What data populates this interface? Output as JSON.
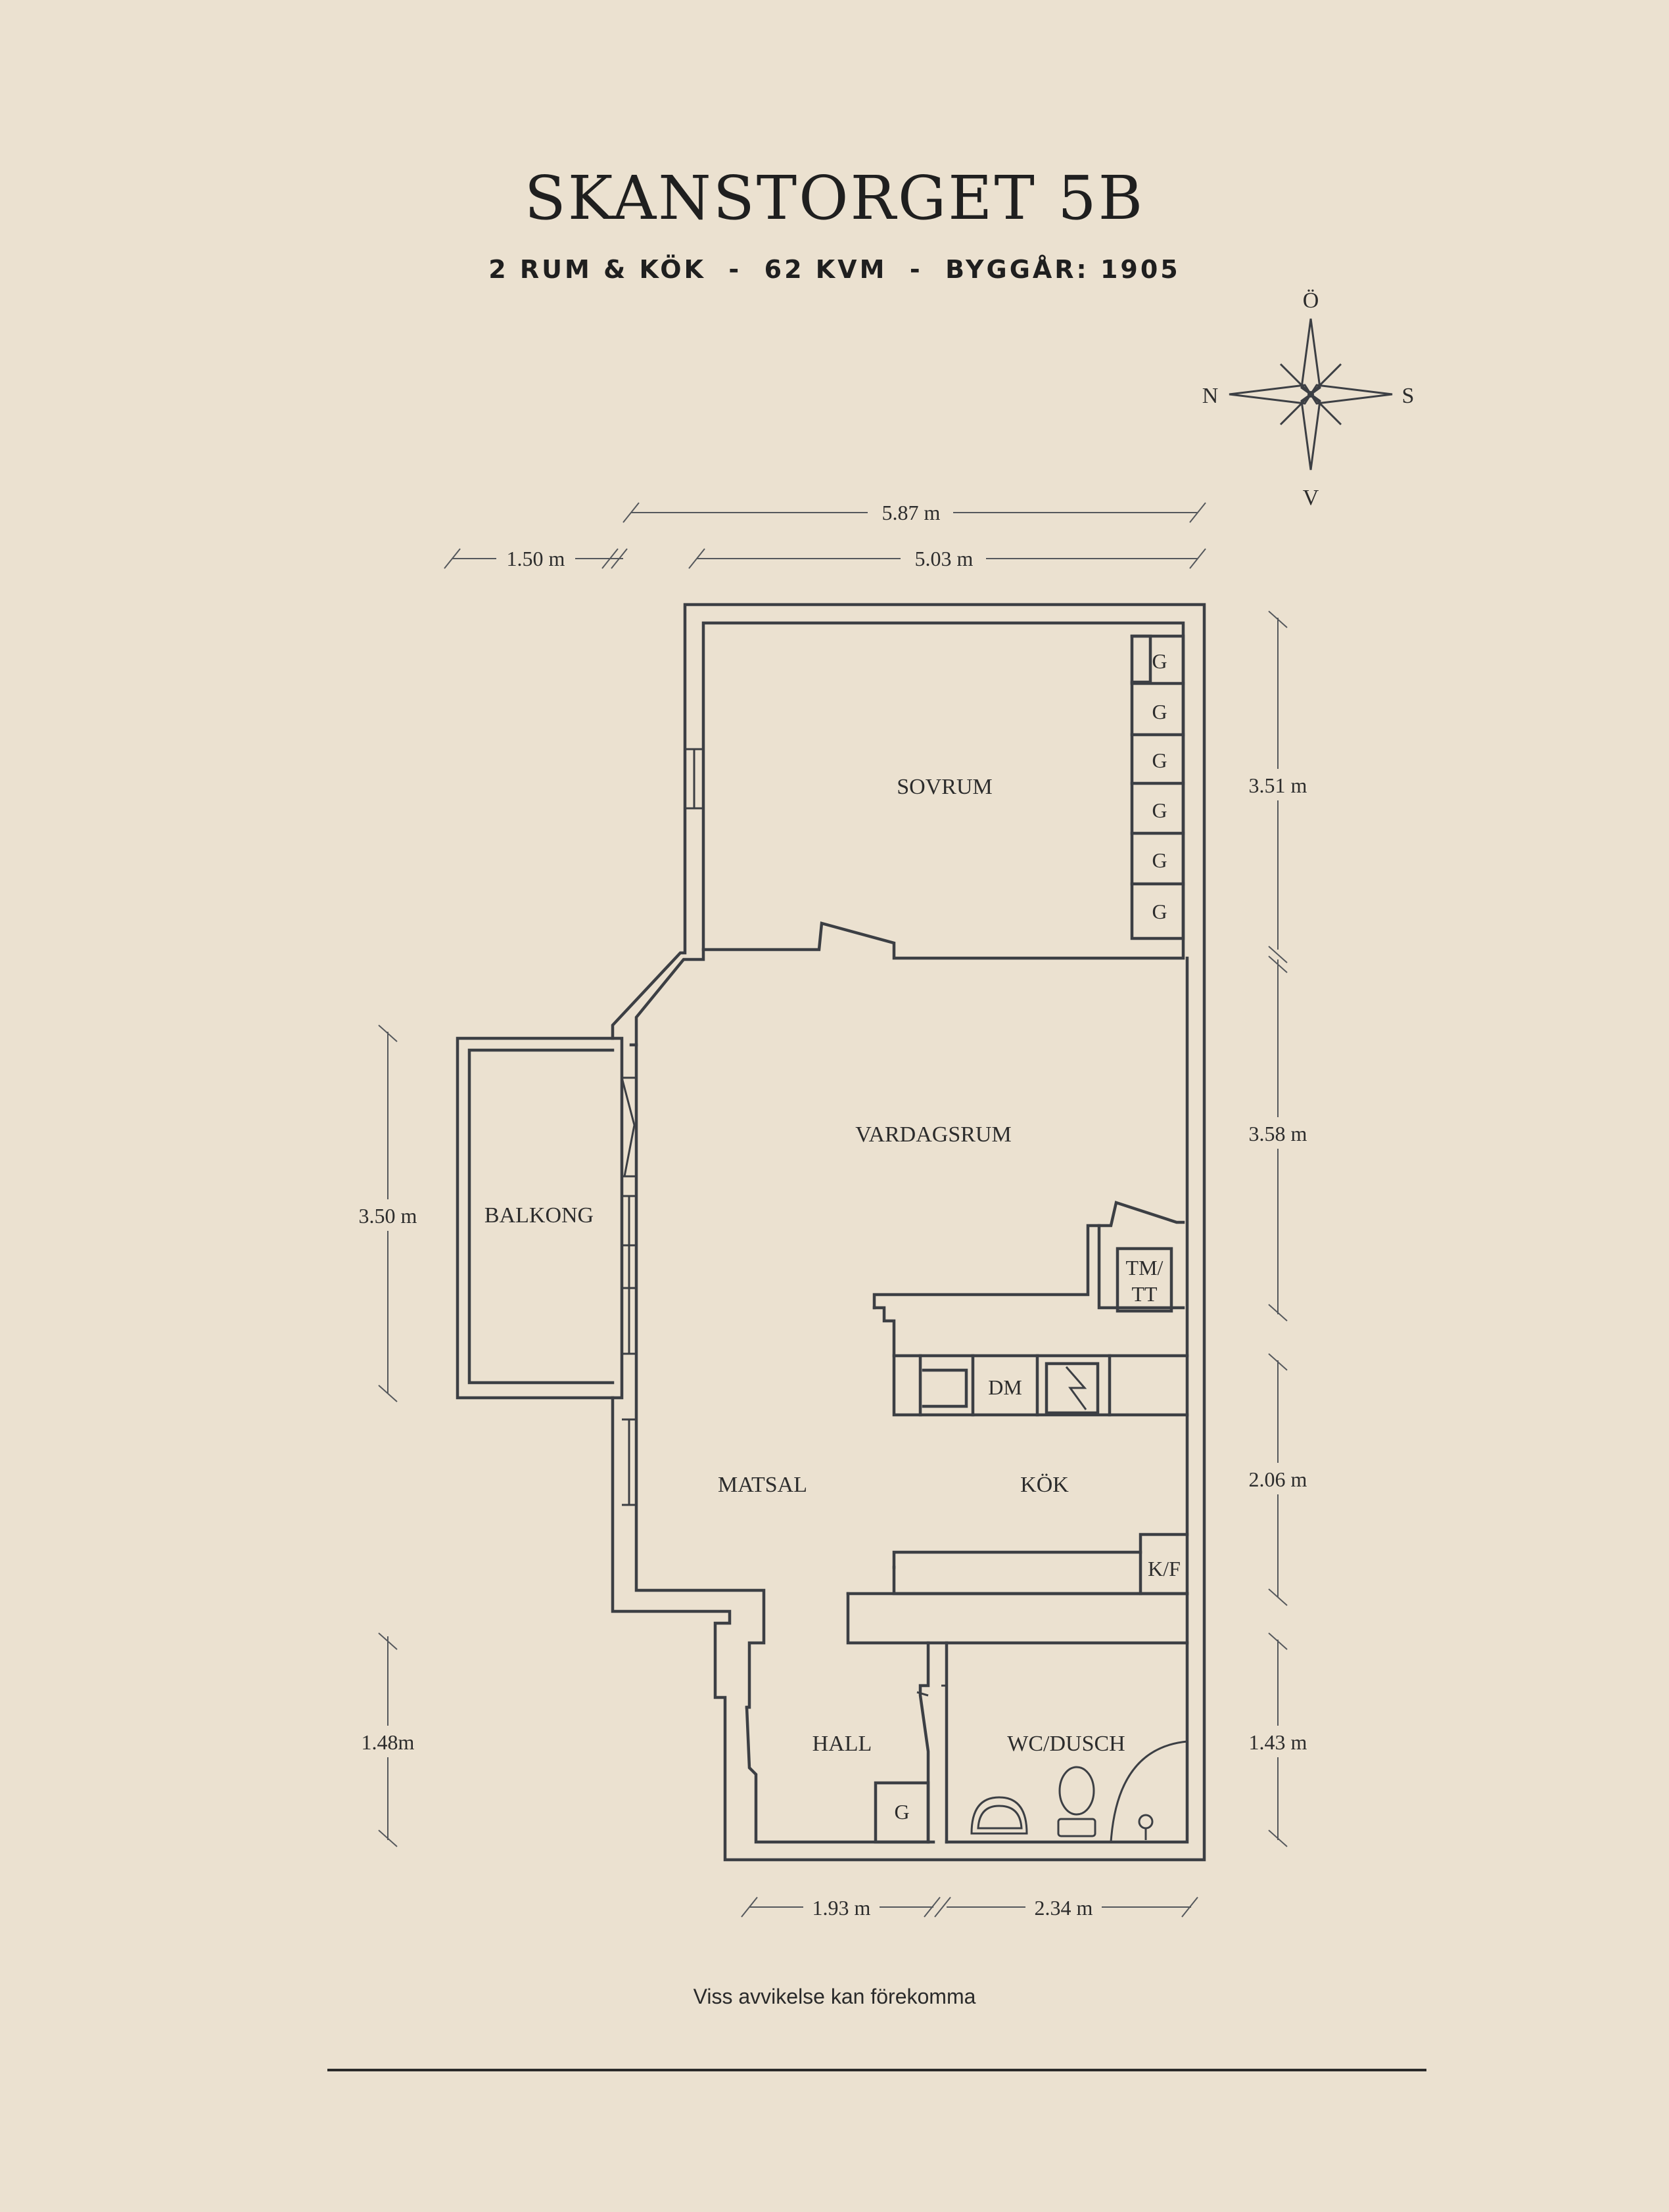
{
  "header": {
    "title": "SKANSTORGET 5B",
    "subtitle": "2 RUM & KÖK  -  62 KVM  -  BYGGÅR: 1905"
  },
  "compass": {
    "icon": "compass-rose-icon",
    "north_top": "Ö",
    "west_left": "N",
    "east_right": "S",
    "south_bottom": "V"
  },
  "rooms": {
    "sovrum": "SOVRUM",
    "vardagsrum": "VARDAGSRUM",
    "balkong": "BALKONG",
    "matsal": "MATSAL",
    "kok": "KÖK",
    "hall": "HALL",
    "wc": "WC/DUSCH"
  },
  "fixtures": {
    "closet": "G",
    "tmtt_line1": "TM/",
    "tmtt_line2": "TT",
    "dm": "DM",
    "kf": "K/F"
  },
  "dimensions": {
    "top_total": "5.87 m",
    "top_inner": "5.03 m",
    "top_balcony": "1.50 m",
    "right_sovrum": "3.51 m",
    "right_vardagsrum": "3.58 m",
    "right_kok": "2.06 m",
    "right_wc": "1.43 m",
    "left_balcony": "3.50 m",
    "left_hall": "1.48m",
    "bottom_hall": "1.93 m",
    "bottom_wc": "2.34 m"
  },
  "footer": {
    "note": "Viss avvikelse kan förekomma"
  }
}
